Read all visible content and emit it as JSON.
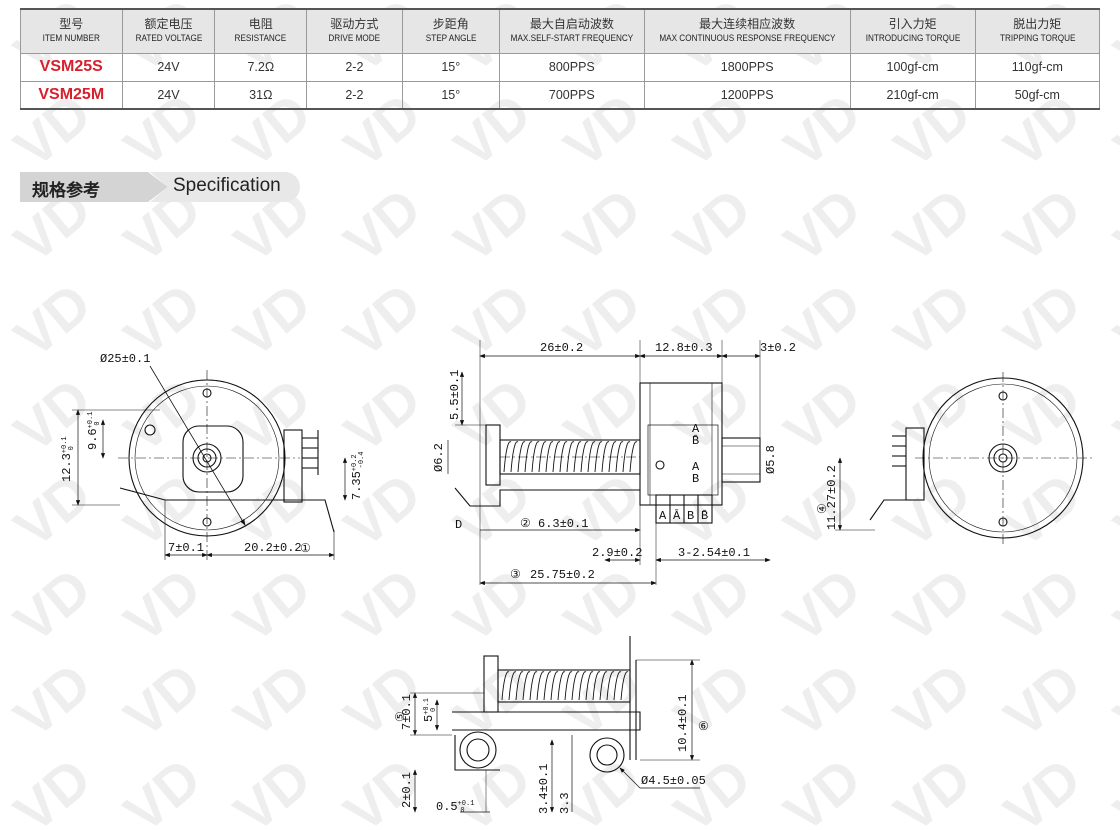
{
  "table": {
    "headers": [
      {
        "cn": "型号",
        "en": "ITEM NUMBER"
      },
      {
        "cn": "额定电压",
        "en": "RATED VOLTAGE"
      },
      {
        "cn": "电阻",
        "en": "RESISTANCE"
      },
      {
        "cn": "驱动方式",
        "en": "DRIVE MODE"
      },
      {
        "cn": "步距角",
        "en": "STEP ANGLE"
      },
      {
        "cn": "最大自启动波数",
        "en": "MAX.SELF-START FREQUENCY"
      },
      {
        "cn": "最大连续相应波数",
        "en": "MAX CONTINUOUS RESPONSE FREQUENCY"
      },
      {
        "cn": "引入力矩",
        "en": "INTRODUCING TORQUE"
      },
      {
        "cn": "脱出力矩",
        "en": "TRIPPING TORQUE"
      }
    ],
    "rows": [
      [
        "VSM25S",
        "24V",
        "7.2Ω",
        "2-2",
        "15°",
        "800PPS",
        "1800PPS",
        "100gf-cm",
        "110gf-cm"
      ],
      [
        "VSM25M",
        "24V",
        "31Ω",
        "2-2",
        "15°",
        "700PPS",
        "1200PPS",
        "210gf-cm",
        "50gf-cm"
      ]
    ]
  },
  "section": {
    "cn": "规格参考",
    "en": "Specification"
  },
  "dims": {
    "d1": "Ø25±0.1",
    "d2": "12.3",
    "d2s": "+0.1",
    "d2b": "0",
    "d3": "9.6",
    "d3s": "+0.1",
    "d3b": "0",
    "d4": "7.35",
    "d4s": "+0.2",
    "d4b": "-0.4",
    "d5": "7±0.1",
    "d6": "20.2±0.2",
    "d7": "26±0.2",
    "d8": "12.8±0.3",
    "d9": "3±0.2",
    "d10": "5.5±0.1",
    "d11": "Ø6.2",
    "d12": "Ø5.8",
    "d13": "6.3±0.1",
    "d14": "2.9±0.2",
    "d15": "3-2.54±0.1",
    "d16": "25.75±0.2",
    "d17": "11.27±0.2",
    "d18": "7±0.1",
    "d19": "5",
    "d19s": "+0.1",
    "d19b": "0",
    "d20": "10.4±0.1",
    "d21": "2±0.1",
    "d22": "0.5",
    "d22s": "+0.1",
    "d22b": "0",
    "d23": "3.4±0.1",
    "d24": "3.3",
    "d25": "Ø4.5±0.05",
    "pinA1": "A",
    "pinA2": "Ā",
    "pinB1": "B",
    "pinB2": "B̄",
    "mA": "A",
    "mB": "B",
    "mBbar": "B̄",
    "lblD": "D"
  },
  "markers": {
    "m1": "①",
    "m2": "②",
    "m3": "③",
    "m4": "④",
    "m5": "⑤",
    "m6": "⑥"
  },
  "watermark": "VD"
}
